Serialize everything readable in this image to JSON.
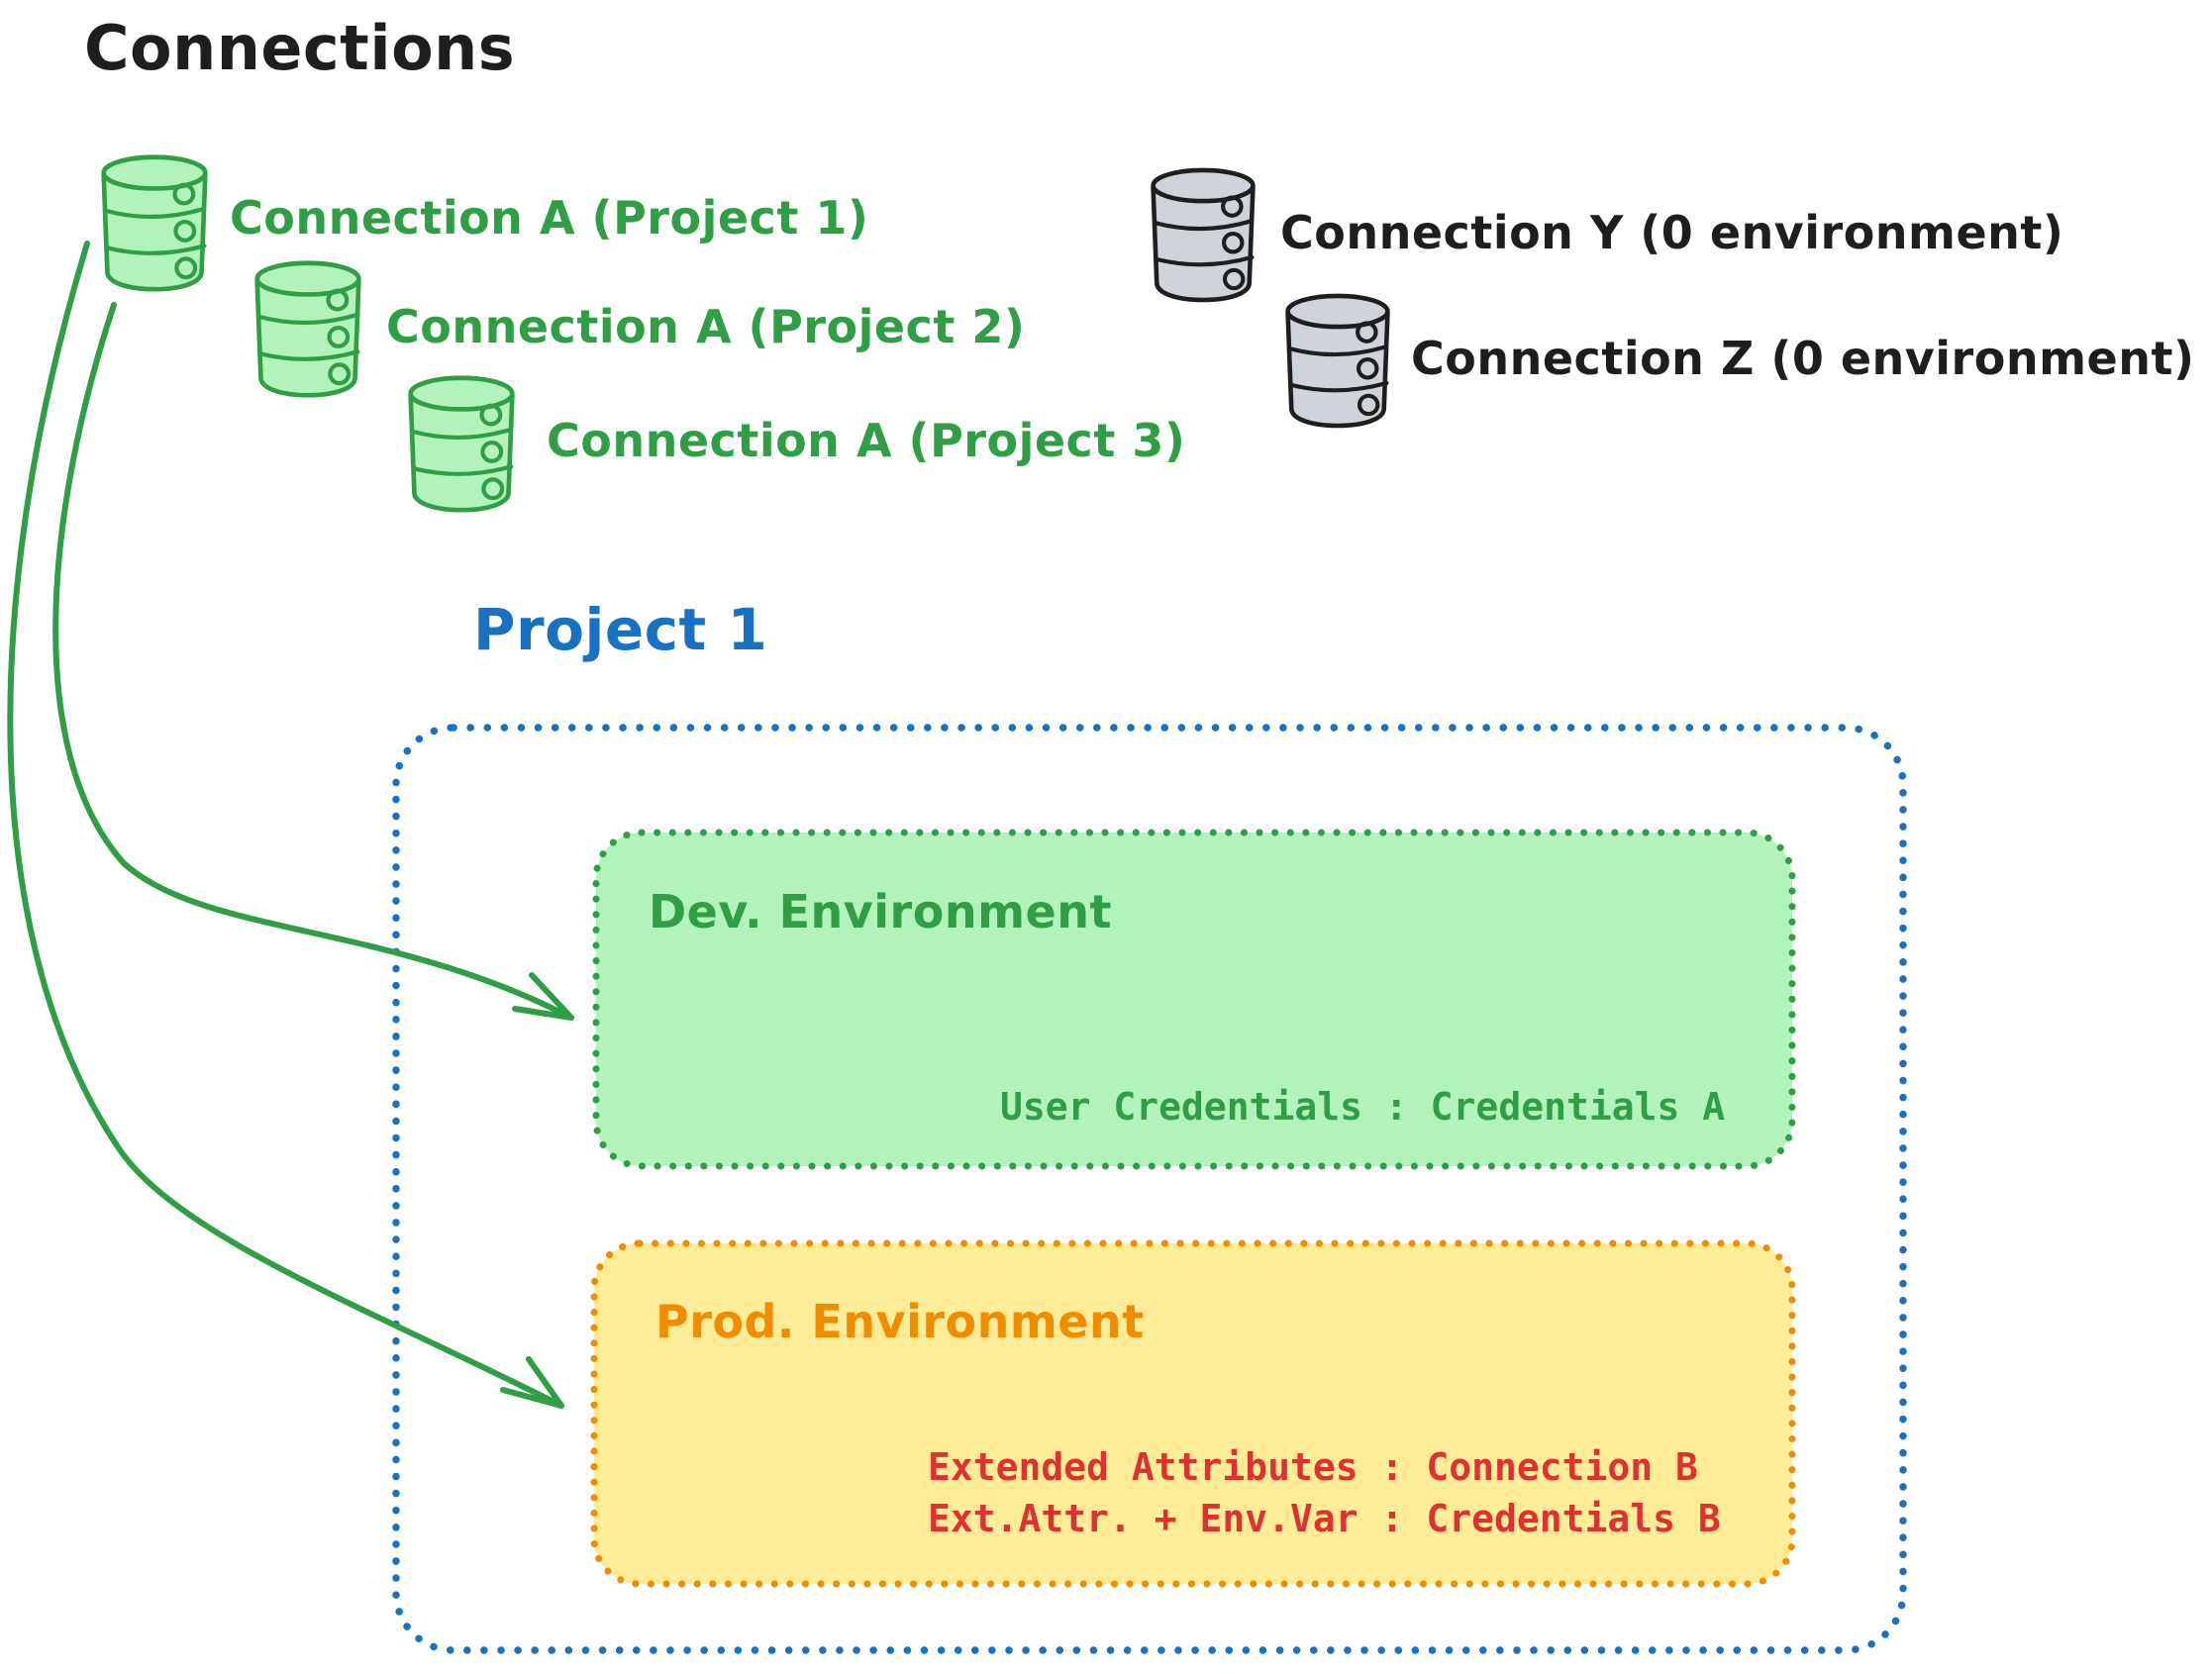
{
  "title": "Connections",
  "colors": {
    "green_stroke": "#2f9e44",
    "green_fill": "#b2f2bb",
    "gray_fill": "#ced4da",
    "dark_stroke": "#1e1e1e",
    "blue": "#1971c2",
    "orange": "#f08c00",
    "orange_fill": "#ffec99",
    "red": "#e03131"
  },
  "project_connections": [
    {
      "label": "Connection A (Project 1)",
      "icon": "database-icon",
      "color": "green"
    },
    {
      "label": "Connection A (Project 2)",
      "icon": "database-icon",
      "color": "green"
    },
    {
      "label": "Connection A (Project 3)",
      "icon": "database-icon",
      "color": "green"
    }
  ],
  "unassigned_connections": [
    {
      "label": "Connection Y (0 environment)",
      "icon": "database-icon",
      "color": "gray"
    },
    {
      "label": "Connection Z (0 environment)",
      "icon": "database-icon",
      "color": "gray"
    }
  ],
  "project": {
    "title": "Project 1",
    "dev_environment": {
      "title": "Dev. Environment",
      "credentials_line": "User Credentials : Credentials A"
    },
    "prod_environment": {
      "title": "Prod. Environment",
      "mapping_lines": [
        "Extended Attributes : Connection B",
        "Ext.Attr. + Env.Var : Credentials B"
      ]
    }
  }
}
